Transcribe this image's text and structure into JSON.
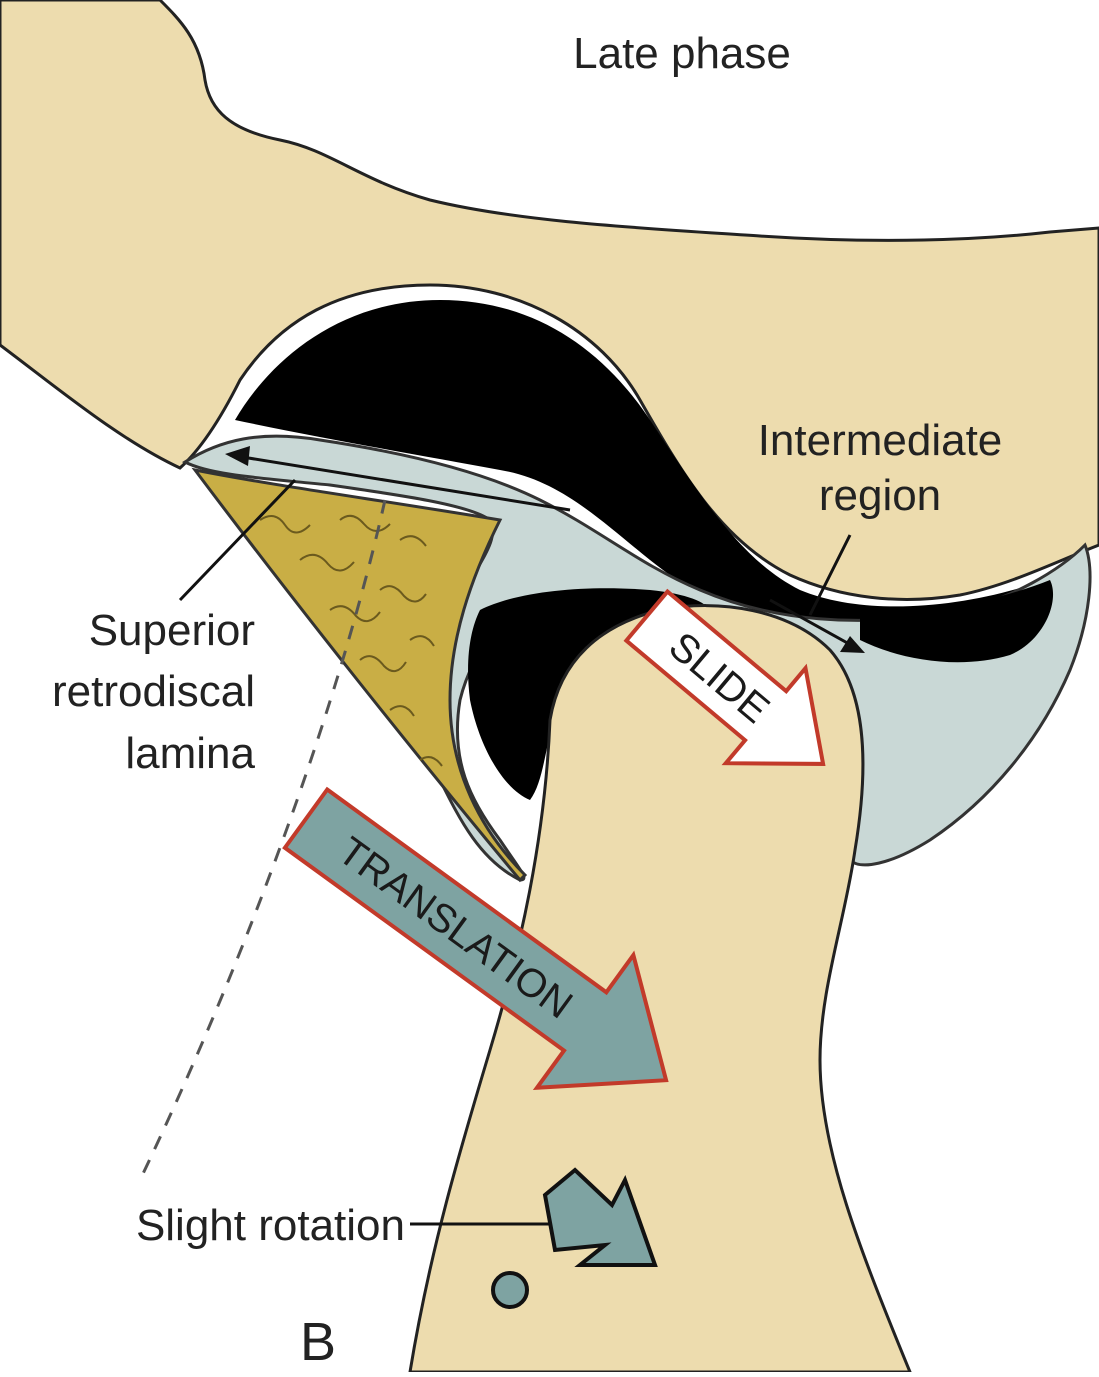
{
  "title": "Late phase",
  "panel_letter": "B",
  "labels": {
    "intermediate_region": [
      "Intermediate",
      "region"
    ],
    "superior_retrodiscal_lamina": [
      "Superior",
      "retrodiscal",
      "lamina"
    ],
    "slight_rotation": "Slight rotation"
  },
  "arrows": {
    "slide": "SLIDE",
    "translation": "TRANSLATION"
  },
  "colors": {
    "bone": "#eddcae",
    "disc": "#c9d8d6",
    "lamina": "#c9ae45",
    "joint_space": "#000000",
    "arrow_fill_slide": "#ffffff",
    "arrow_fill_translation": "#7ea3a2",
    "arrow_outline": "#c23a2a",
    "rotation_marker": "#7ea3a2"
  }
}
